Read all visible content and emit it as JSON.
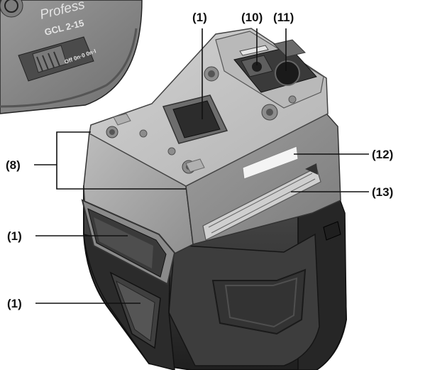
{
  "inset": {
    "brand_text": "Profess",
    "model_text": "GCL 2-15",
    "switch_text": "Off 0n·0 0n·I"
  },
  "callouts": {
    "c1_top": "(1)",
    "c10": "(10)",
    "c11": "(11)",
    "c8": "(8)",
    "c12": "(12)",
    "c13": "(13)",
    "c1_front": "(1)",
    "c1_bottom": "(1)"
  },
  "colors": {
    "body_dark": "#2f2f2f",
    "body_mid": "#5b5b5b",
    "housing_light": "#a9a9a9",
    "top_plate": "#c4c4c4",
    "window": "#3a3a3a",
    "label_white": "#f4f4f4"
  }
}
